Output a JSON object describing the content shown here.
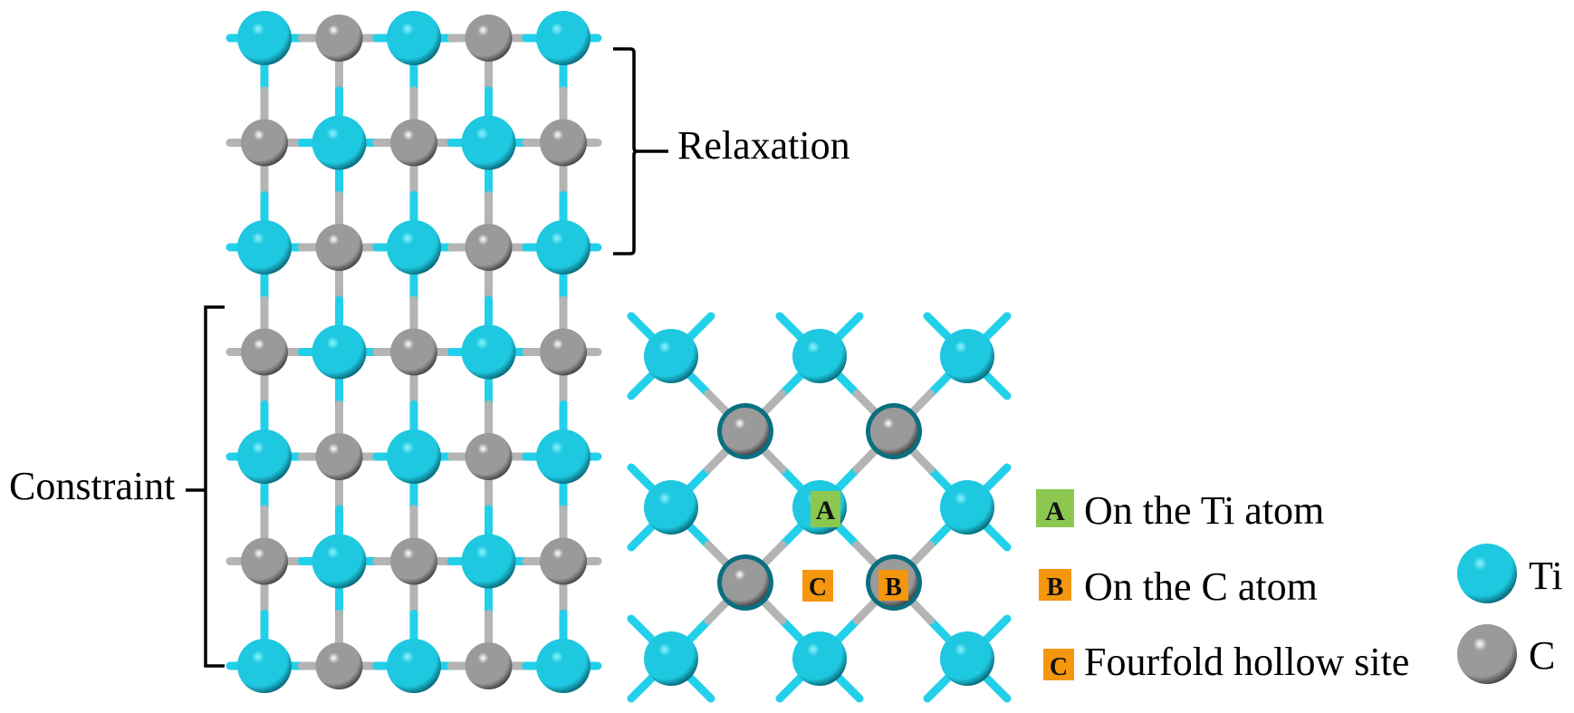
{
  "colors": {
    "ti": "#1ec8e0",
    "ti_light": "#8ff3ff",
    "ti_dark": "#0a6f80",
    "c": "#9a9a9a",
    "c_light": "#ffffff",
    "c_dark": "#4a4a4a",
    "bond_ti": "#22d0ea",
    "bond_c": "#b4b4b4",
    "site_a": "#8cc850",
    "site_bc": "#f5960f",
    "bracket": "#000000"
  },
  "side_view": {
    "columns": 5,
    "rows": 7,
    "pattern": "checkerboard-ti-first",
    "relaxation_label": "Relaxation",
    "relaxation_rows": 3,
    "constraint_label": "Constraint",
    "constraint_rows": 4
  },
  "top_view": {
    "ti_grid": 3,
    "c_grid": 2,
    "sites": [
      {
        "id": "A",
        "color_key": "site_a",
        "on": "ti-center"
      },
      {
        "id": "B",
        "color_key": "site_bc",
        "on": "c-bottom-right"
      },
      {
        "id": "C",
        "color_key": "site_bc",
        "on": "hollow"
      }
    ]
  },
  "legend": {
    "sites": [
      {
        "key": "A",
        "text": "On the Ti atom",
        "color_key": "site_a"
      },
      {
        "key": "B",
        "text": "On the C atom",
        "color_key": "site_bc"
      },
      {
        "key": "C",
        "text": "Fourfold hollow site",
        "color_key": "site_bc"
      }
    ],
    "atoms": [
      {
        "symbol": "Ti",
        "type": "ti"
      },
      {
        "symbol": "C",
        "type": "c"
      }
    ]
  }
}
